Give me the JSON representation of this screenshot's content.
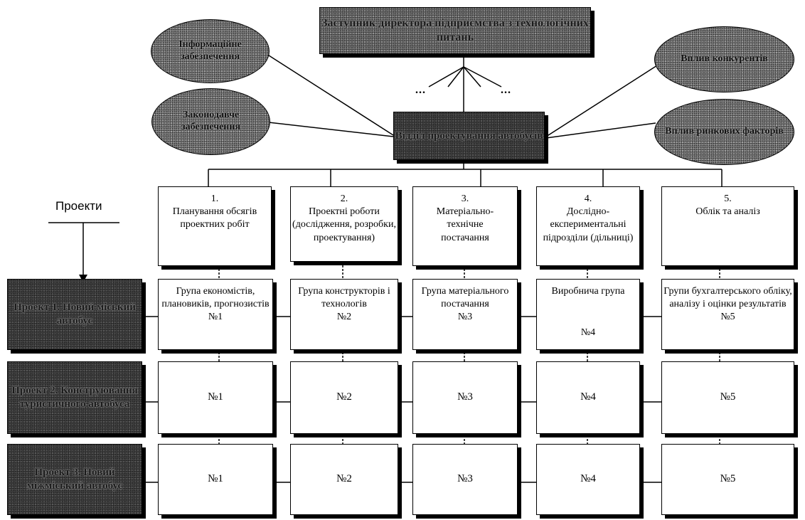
{
  "director": "Заступник директора підприємства з технологічних питань",
  "department": "Відділ проектування автобусів",
  "ellipses": {
    "info_support": "Інформаційне забезпечення",
    "legislative_support": "Законодавче забезпечення",
    "competitor_influence": "Вплив конкурентів",
    "market_factors": "Вплив ринкових факторів"
  },
  "dots": "...",
  "projects_label": "Проекти",
  "departments": [
    {
      "num": "1.",
      "label": "Планування обсягів проектних робіт"
    },
    {
      "num": "2.",
      "label": "Проектні роботи (дослідження, розробки, проектування)"
    },
    {
      "num": "3.",
      "label": "Матеріально-технічне постачання"
    },
    {
      "num": "4.",
      "label": "Дослідно-експериментальні підрозділи (дільниці)"
    },
    {
      "num": "5.",
      "label": "Облік та аналіз"
    }
  ],
  "projects": [
    {
      "label": "Проект 1. Новий міський автобус"
    },
    {
      "label": "Проект 2. Конструювання туристичного автобуса"
    },
    {
      "label": "Проект 3. Новий міжміський автобус"
    }
  ],
  "groups": [
    {
      "label": "Група економістів, плановиків, прогнозистів",
      "num": "№1"
    },
    {
      "label": "Група конструкторів і технологів",
      "num": "№2"
    },
    {
      "label": "Група матеріального постачання",
      "num": "№3"
    },
    {
      "label": "Виробнича група",
      "num": "№4"
    },
    {
      "label": "Групи бухгалтерського обліку, аналізу і оцінки результатів",
      "num": "№5"
    }
  ],
  "row2_cells": [
    "№1",
    "№2",
    "№3",
    "№4",
    "№5"
  ],
  "row3_cells": [
    "№1",
    "№2",
    "№3",
    "№4",
    "№5"
  ]
}
